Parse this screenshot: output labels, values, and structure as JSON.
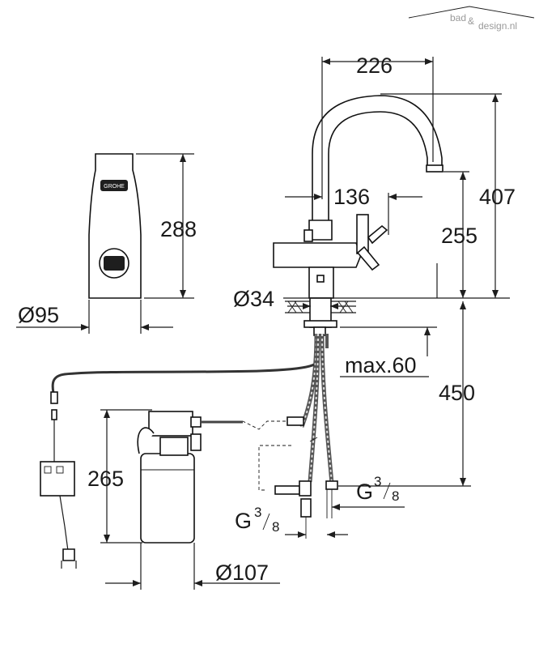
{
  "watermark": {
    "text_left": "bad",
    "text_amp": "&",
    "text_right": "design.nl"
  },
  "dimensions": {
    "spout_reach": "226",
    "total_height": "407",
    "handle_offset": "136",
    "spout_height": "255",
    "hole_diameter": "Ø34",
    "deck_thickness": "max.60",
    "hose_length": "450",
    "base_height": "288",
    "base_diameter": "Ø95",
    "filter_height": "265",
    "filter_diameter": "Ø107",
    "connection_right": {
      "prefix": "G",
      "num": "3",
      "den": "8"
    },
    "connection_bottom": {
      "prefix": "G",
      "num": "3",
      "den": "8"
    }
  },
  "logo": {
    "text": "GROHE"
  },
  "colors": {
    "line": "#1a1a1a",
    "watermark": "#9a9a9a"
  }
}
